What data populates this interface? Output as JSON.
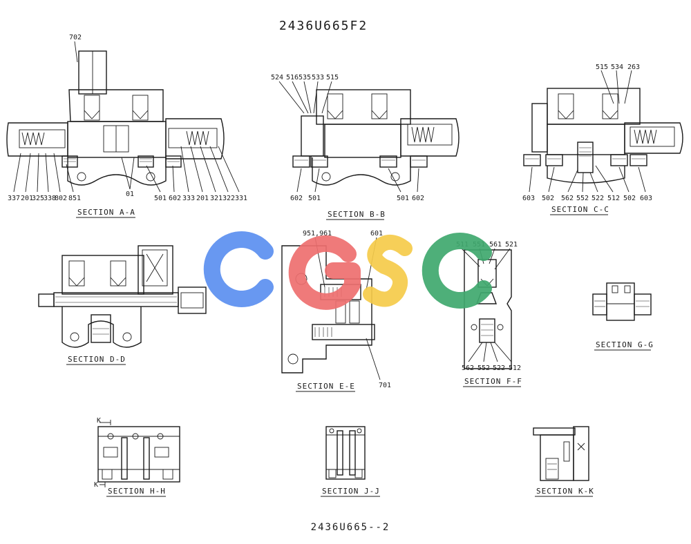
{
  "drawing": {
    "title": "2436U665F2",
    "footer": "2436U665--2"
  },
  "watermark": {
    "letters": [
      "C",
      "G",
      "S",
      "C"
    ],
    "colors": [
      "#5b8ff0",
      "#ee6f6f",
      "#f5cb4a",
      "#3fa86e"
    ]
  },
  "sections": {
    "aa": {
      "title": "SECTION A-A",
      "top_label": "702",
      "bottom_labels": [
        "337",
        "201",
        "325",
        "338",
        "802",
        "851",
        "01",
        "501",
        "602",
        "333",
        "201",
        "321",
        "322",
        "331"
      ]
    },
    "bb": {
      "title": "SECTION B-B",
      "top_labels": [
        "524",
        "516",
        "535",
        "533",
        "515"
      ],
      "bottom_labels": [
        "602",
        "501",
        "501",
        "602"
      ]
    },
    "cc": {
      "title": "SECTION C-C",
      "top_labels": [
        "515",
        "534",
        "263"
      ],
      "bottom_labels": [
        "603",
        "502",
        "562",
        "552",
        "522",
        "512",
        "502",
        "603"
      ]
    },
    "dd": {
      "title": "SECTION D-D"
    },
    "ee": {
      "title": "SECTION E-E",
      "labels": [
        "951,961",
        "601",
        "701"
      ]
    },
    "ff": {
      "title": "SECTION F-F",
      "top_labels": [
        "511",
        "551",
        "561",
        "521"
      ],
      "bottom_labels": [
        "562",
        "552",
        "522",
        "512"
      ]
    },
    "gg": {
      "title": "SECTION G-G"
    },
    "hh": {
      "title": "SECTION H-H",
      "marker_top": "K",
      "marker_bottom": "K"
    },
    "jj": {
      "title": "SECTION J-J"
    },
    "kk": {
      "title": "SECTION K-K"
    }
  }
}
